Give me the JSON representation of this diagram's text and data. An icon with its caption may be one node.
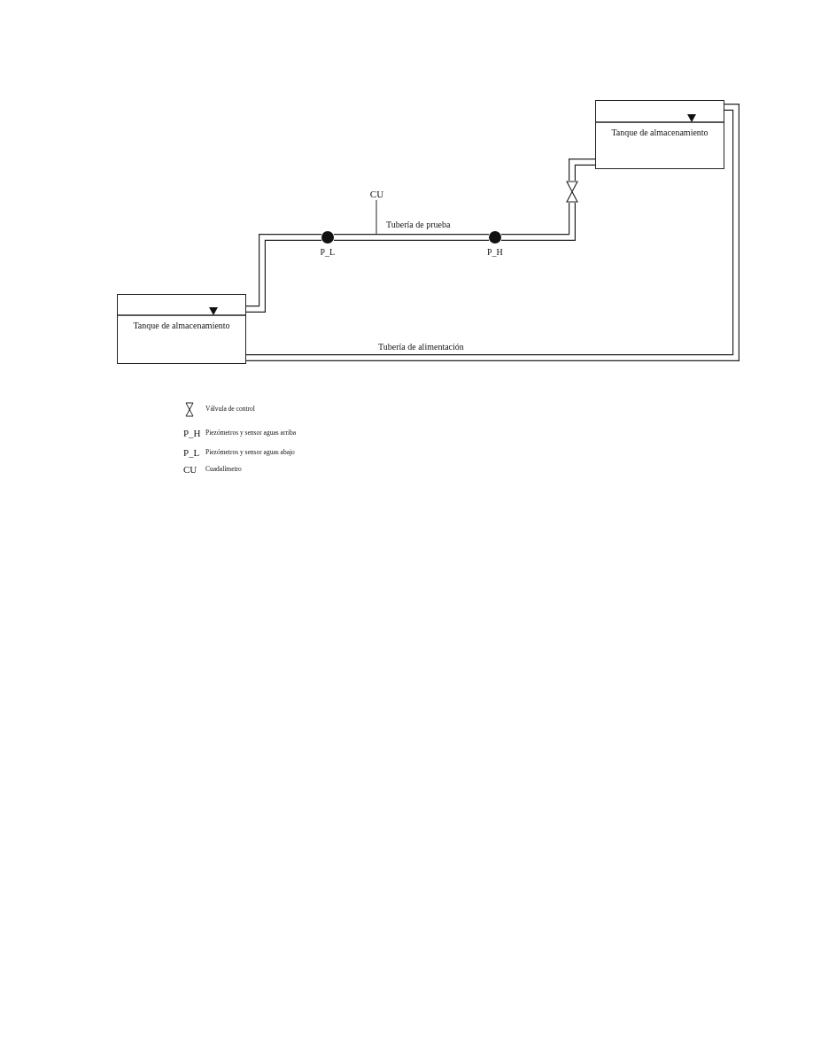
{
  "diagram": {
    "nodes": [
      {
        "text": [
          "Tanque de almacenamiento"
        ]
      },
      {
        "text": [
          "Tanque de almacenamiento"
        ]
      },
      {
        "text": [],
        "shape": "circle",
        "beside": [
          "P_L"
        ]
      },
      {
        "text": [],
        "shape": "circle",
        "beside": [
          "P_H"
        ]
      },
      {
        "text": [],
        "shape": "valve"
      },
      {
        "text": [
          "CU"
        ]
      }
    ],
    "edges": [
      {
        "from": 0,
        "to": 2,
        "arrow": "none"
      },
      {
        "from": 2,
        "to": 3,
        "arrow": "none",
        "label": "Tubería de prueba"
      },
      {
        "from": 3,
        "to": 4,
        "arrow": "none"
      },
      {
        "from": 4,
        "to": 1,
        "arrow": "none"
      },
      {
        "from": 1,
        "to": 0,
        "arrow": "none",
        "label": "Tubería de alimentación"
      },
      {
        "from": 5,
        "to": null,
        "arrow": "none"
      }
    ],
    "labels": [
      "P_H",
      "P_L",
      "CU"
    ],
    "legend": [
      {
        "text": "Válvula de control"
      },
      {
        "text": "Piezómetros y sensor aguas arriba"
      },
      {
        "text": "Piezómetros y sensor aguas abajo"
      },
      {
        "text": "Cuadalímetro"
      }
    ]
  }
}
